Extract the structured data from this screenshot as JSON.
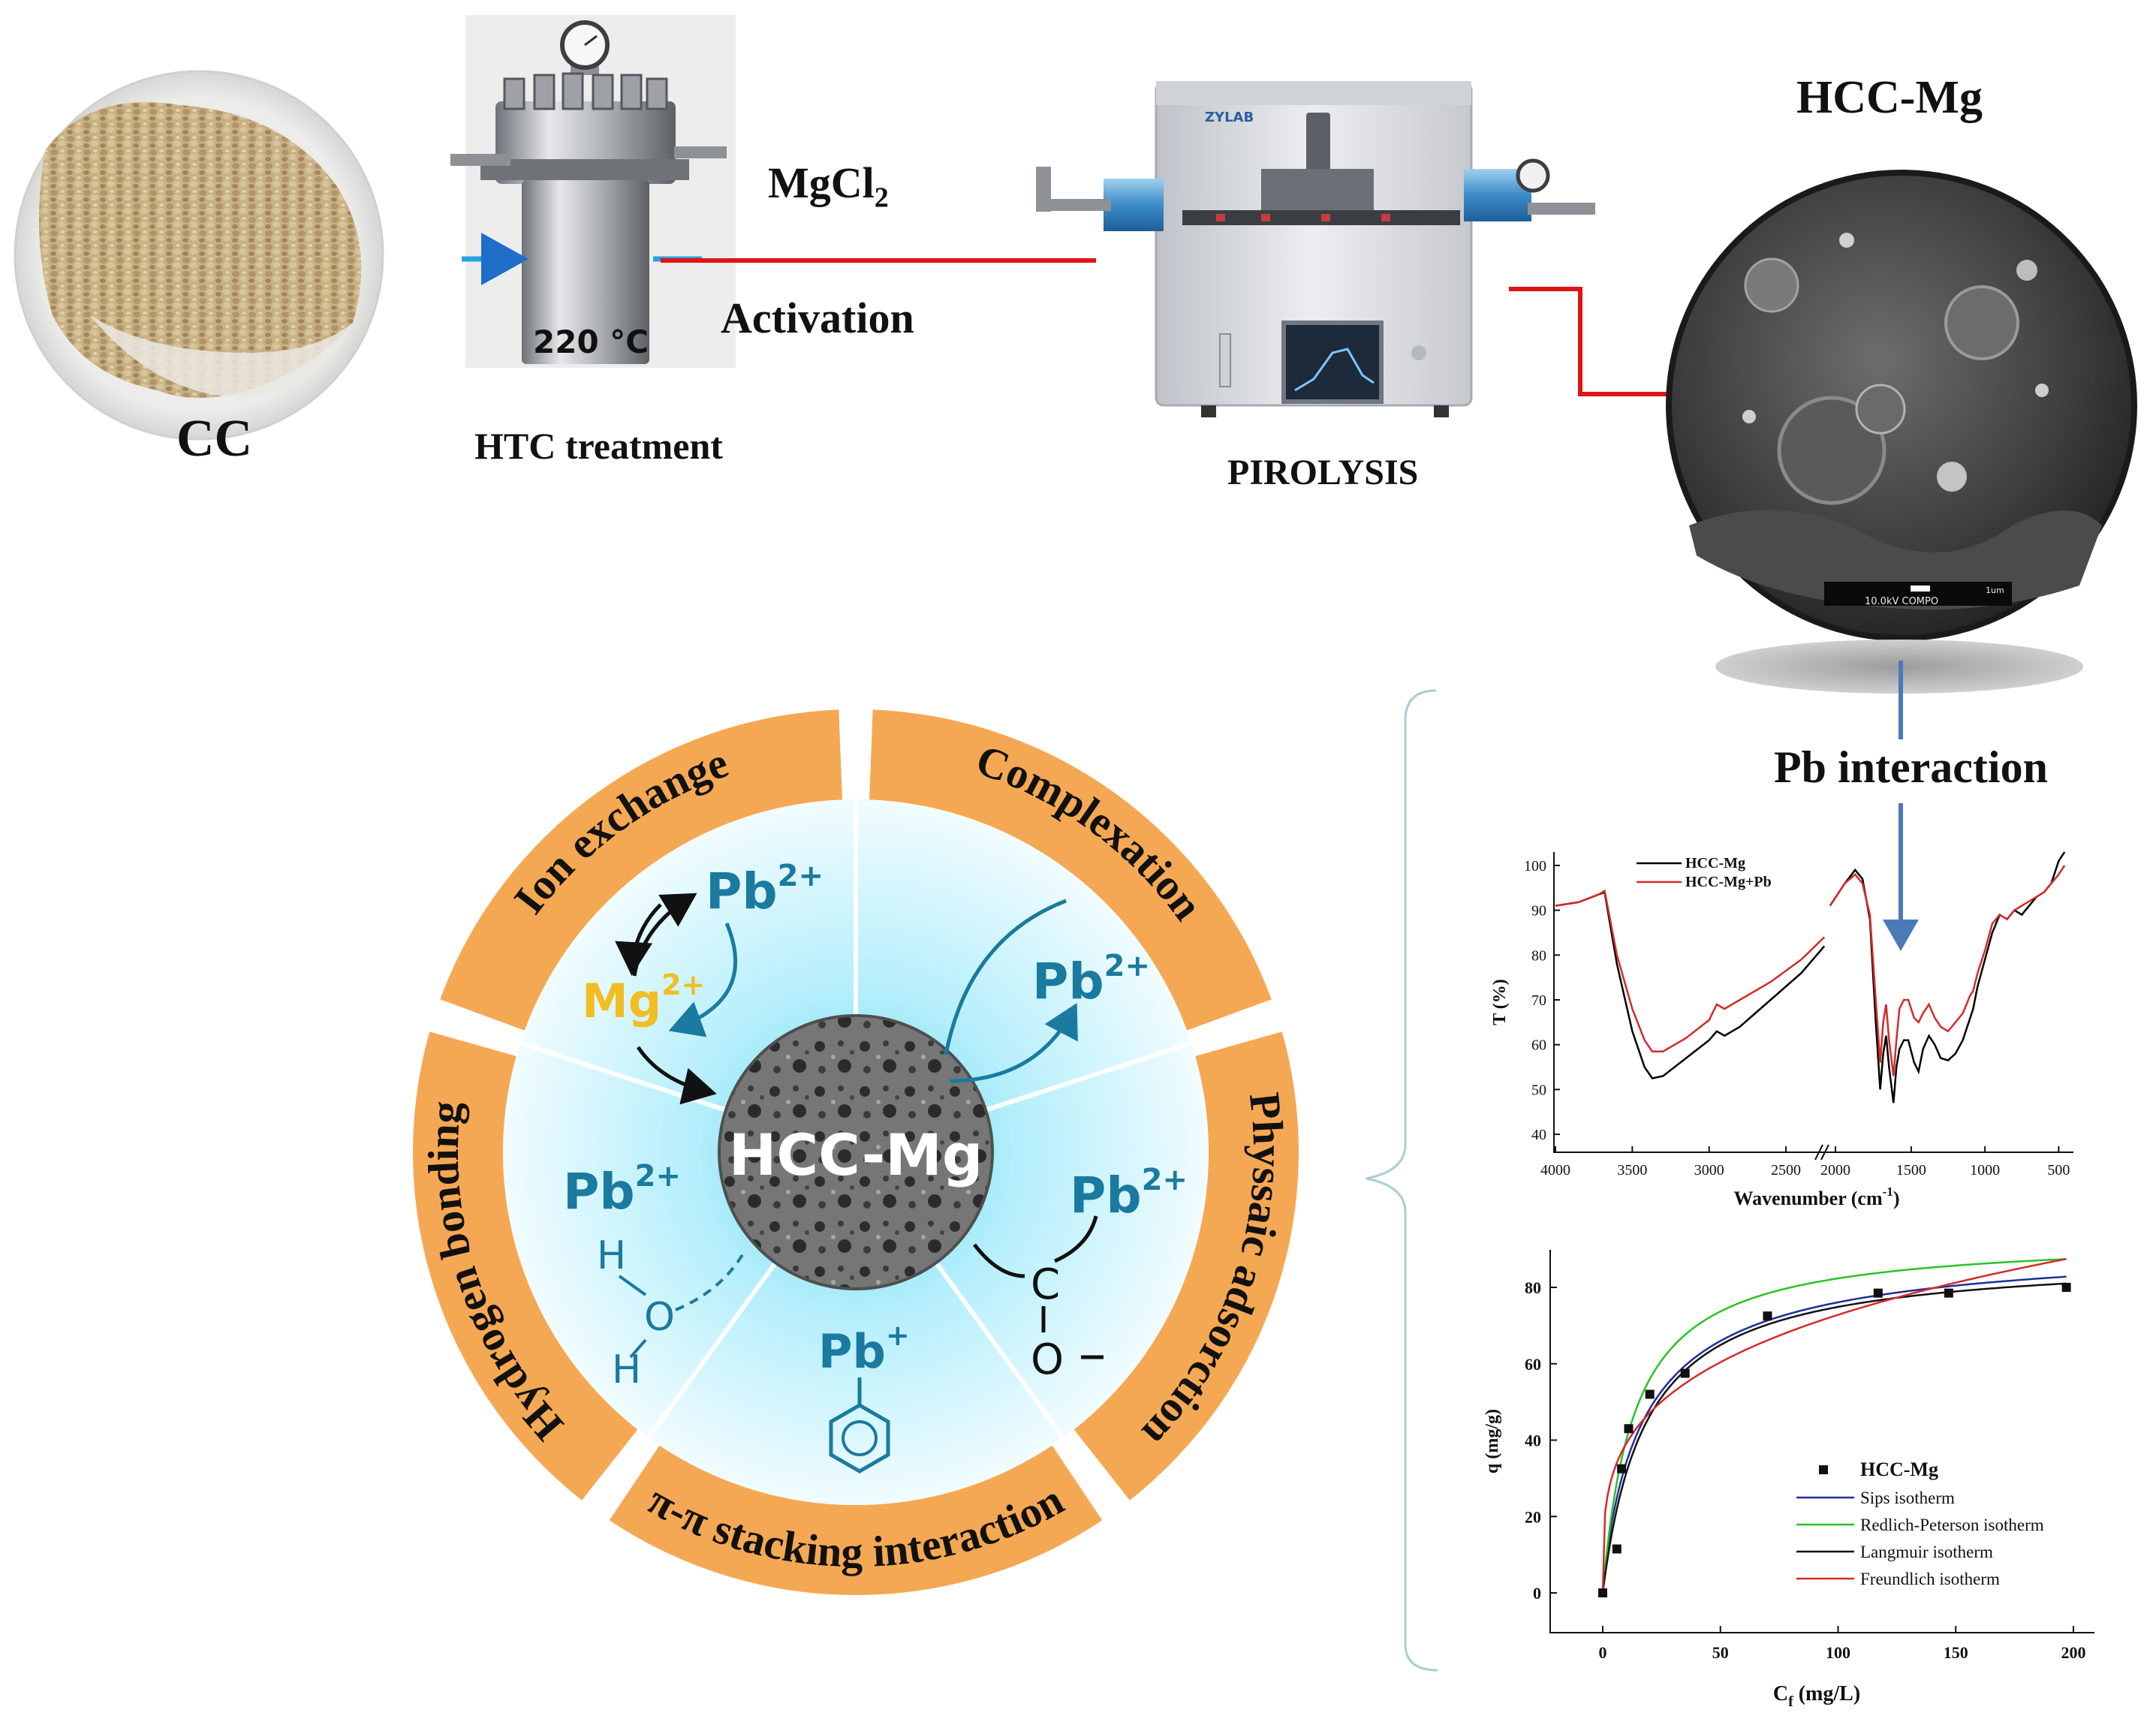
{
  "process": {
    "raw_label": "CC",
    "htc_temp": "220 °C",
    "htc_label": "HTC treatment",
    "reagent": "MgCl",
    "reagent_sub": "2",
    "activation": "Activation",
    "furnace_brand": "ZYLAB",
    "pyrolysis_label": "PIROLYSIS",
    "product_title": "HCC-Mg",
    "sem_info": "10.0kV COMPO",
    "sem_scale": "1um",
    "interaction_label": "Pb interaction"
  },
  "wheel": {
    "center": "HCC-Mg",
    "sectors": [
      "Ion exchange",
      "Complexation",
      "Physsaic adsorction",
      "π-π stacking interaction",
      "Hydrogen bonding"
    ],
    "ion_exchange": {
      "pb": "Pb",
      "pb_sup": "2+",
      "mg": "Mg",
      "mg_sup": "2+"
    },
    "complexation": {
      "pb": "Pb",
      "pb_sup": "2+"
    },
    "physical": {
      "pb": "Pb",
      "pb_sup": "2+",
      "c": "C",
      "o": "O"
    },
    "pi_stacking": {
      "pb": "Pb",
      "pb_sup": "+"
    },
    "hbond": {
      "pb": "Pb",
      "pb_sup": "2+",
      "h1": "H",
      "o": "O",
      "h2": "H"
    },
    "colors": {
      "ring": "#f5a853",
      "accent_blue": "#1a7aa0",
      "mg_yellow": "#f2bd22"
    }
  },
  "chart_data": [
    {
      "type": "line",
      "xlabel": "Wavenumber (cm",
      "xlabel_sup": "-1",
      "xlabel_end": ")",
      "ylabel": "T (%)",
      "x_ticks": [
        "4000",
        "3500",
        "3000",
        "2500",
        "2000",
        "1500",
        "1000",
        "500"
      ],
      "y_ticks": [
        "40",
        "50",
        "60",
        "70",
        "80",
        "90",
        "100"
      ],
      "ylim": [
        36,
        103
      ],
      "axis_break": true,
      "series": [
        {
          "name": "HCC-Mg",
          "color": "#000000",
          "left": [
            [
              4000,
              91
            ],
            [
              3850,
              91.8
            ],
            [
              3720,
              93.5
            ],
            [
              3680,
              94
            ],
            [
              3650,
              88
            ],
            [
              3600,
              78
            ],
            [
              3500,
              63
            ],
            [
              3420,
              55
            ],
            [
              3370,
              52.5
            ],
            [
              3300,
              53
            ],
            [
              3150,
              57
            ],
            [
              3000,
              61
            ],
            [
              2950,
              63
            ],
            [
              2900,
              62
            ],
            [
              2800,
              64
            ],
            [
              2600,
              70
            ],
            [
              2400,
              76
            ],
            [
              2250,
              82
            ]
          ],
          "right": [
            [
              2050,
              91
            ],
            [
              1950,
              96
            ],
            [
              1880,
              99
            ],
            [
              1830,
              97
            ],
            [
              1780,
              88
            ],
            [
              1740,
              65
            ],
            [
              1710,
              50
            ],
            [
              1690,
              58
            ],
            [
              1670,
              62
            ],
            [
              1650,
              55
            ],
            [
              1620,
              47
            ],
            [
              1600,
              55
            ],
            [
              1580,
              59
            ],
            [
              1550,
              61
            ],
            [
              1520,
              61
            ],
            [
              1480,
              56
            ],
            [
              1450,
              54
            ],
            [
              1420,
              59
            ],
            [
              1380,
              62
            ],
            [
              1340,
              60
            ],
            [
              1300,
              57
            ],
            [
              1250,
              56.5
            ],
            [
              1200,
              58
            ],
            [
              1150,
              61
            ],
            [
              1100,
              66
            ],
            [
              1080,
              68
            ],
            [
              1050,
              73
            ],
            [
              1000,
              79
            ],
            [
              950,
              85
            ],
            [
              900,
              89
            ],
            [
              850,
              88
            ],
            [
              800,
              90
            ],
            [
              750,
              89
            ],
            [
              700,
              91
            ],
            [
              650,
              93
            ],
            [
              600,
              94
            ],
            [
              550,
              96
            ],
            [
              500,
              101
            ],
            [
              460,
              104
            ]
          ]
        },
        {
          "name": "HCC-Mg+Pb",
          "color": "#d42a2a",
          "left": [
            [
              4000,
              91
            ],
            [
              3850,
              91.8
            ],
            [
              3720,
              93.5
            ],
            [
              3680,
              94.3
            ],
            [
              3650,
              89
            ],
            [
              3600,
              80
            ],
            [
              3500,
              68
            ],
            [
              3420,
              61
            ],
            [
              3370,
              58.5
            ],
            [
              3300,
              58.5
            ],
            [
              3150,
              61.5
            ],
            [
              3000,
              65.5
            ],
            [
              2950,
              69
            ],
            [
              2900,
              68
            ],
            [
              2800,
              70
            ],
            [
              2600,
              74
            ],
            [
              2400,
              79
            ],
            [
              2250,
              84
            ]
          ],
          "right": [
            [
              2050,
              91
            ],
            [
              1950,
              96
            ],
            [
              1880,
              98
            ],
            [
              1830,
              96
            ],
            [
              1780,
              89
            ],
            [
              1740,
              70
            ],
            [
              1710,
              56
            ],
            [
              1690,
              65
            ],
            [
              1670,
              69
            ],
            [
              1650,
              61
            ],
            [
              1620,
              53
            ],
            [
              1600,
              61
            ],
            [
              1580,
              68
            ],
            [
              1550,
              70
            ],
            [
              1520,
              70
            ],
            [
              1480,
              66
            ],
            [
              1450,
              65
            ],
            [
              1420,
              67
            ],
            [
              1380,
              69
            ],
            [
              1340,
              66
            ],
            [
              1300,
              64
            ],
            [
              1250,
              63
            ],
            [
              1200,
              65
            ],
            [
              1150,
              67
            ],
            [
              1100,
              71
            ],
            [
              1080,
              72
            ],
            [
              1050,
              76
            ],
            [
              1000,
              81
            ],
            [
              950,
              87
            ],
            [
              900,
              89
            ],
            [
              850,
              88
            ],
            [
              800,
              90
            ],
            [
              750,
              91
            ],
            [
              700,
              92
            ],
            [
              650,
              93
            ],
            [
              600,
              94
            ],
            [
              550,
              96
            ],
            [
              500,
              98
            ],
            [
              460,
              100
            ]
          ]
        }
      ]
    },
    {
      "type": "scatter",
      "xlabel": "C",
      "xlabel_sub": "f",
      "xlabel_end": " (mg/L)",
      "ylabel": "q (mg/g)",
      "xlim": [
        -23,
        215
      ],
      "ylim": [
        -10,
        90
      ],
      "x_ticks": [
        0,
        50,
        100,
        150,
        200
      ],
      "y_ticks": [
        0,
        20,
        40,
        60,
        80
      ],
      "points_name": "HCC-Mg",
      "points": [
        [
          0,
          0
        ],
        [
          6,
          11.5
        ],
        [
          8,
          32.5
        ],
        [
          11,
          43
        ],
        [
          20,
          52
        ],
        [
          35,
          57.5
        ],
        [
          70,
          72.5
        ],
        [
          117,
          78.5
        ],
        [
          147,
          78.5
        ],
        [
          197,
          80
        ]
      ],
      "series": [
        {
          "name": "Sips isotherm",
          "color": "#1f2e9a",
          "model": "sips",
          "params": [
            92.5,
            0.055,
            0.9
          ]
        },
        {
          "name": "Redlich-Peterson isotherm",
          "color": "#27c427",
          "model": "rp",
          "params": [
            7.0,
            0.075,
            1.0
          ]
        },
        {
          "name": "Langmuir isotherm",
          "color": "#111111",
          "model": "langmuir",
          "params": [
            88.5,
            0.055
          ]
        },
        {
          "name": "Freundlich isotherm",
          "color": "#d62a2a",
          "model": "freundlich",
          "params": [
            21.0,
            0.27
          ]
        }
      ]
    }
  ]
}
